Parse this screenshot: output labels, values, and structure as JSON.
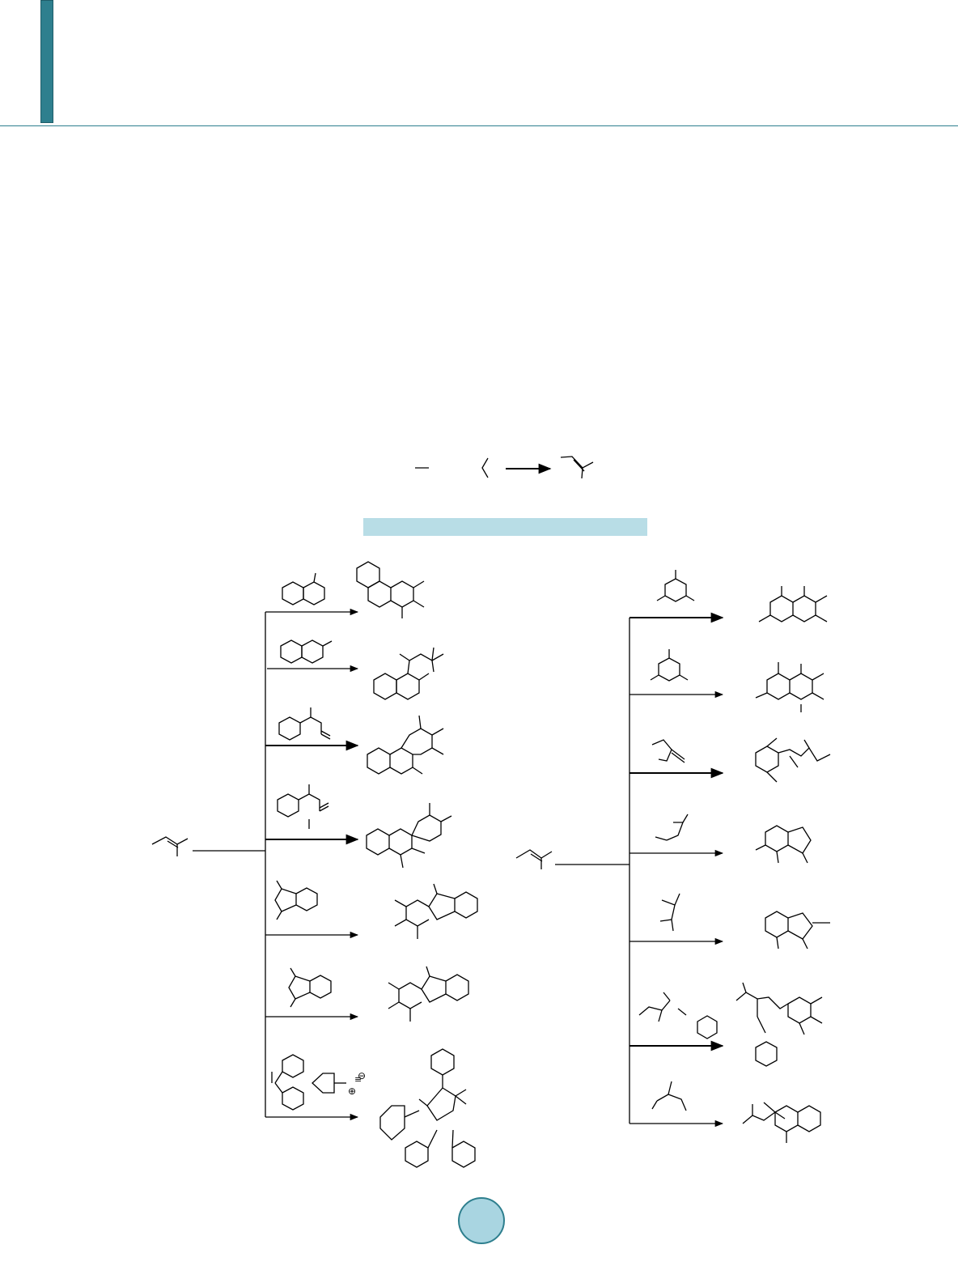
{
  "header": {
    "accent_color": "#2e7f8e",
    "band_color": "#b8dde6"
  },
  "scheme": {
    "structure": "reaction-scheme",
    "charge_labels": {
      "plus": "⊕",
      "minus": "⊖",
      "triple_bond": "≡"
    },
    "left_products": 7,
    "right_products": 7
  },
  "footer": {
    "page_circle_color": "#a9d5e1"
  }
}
